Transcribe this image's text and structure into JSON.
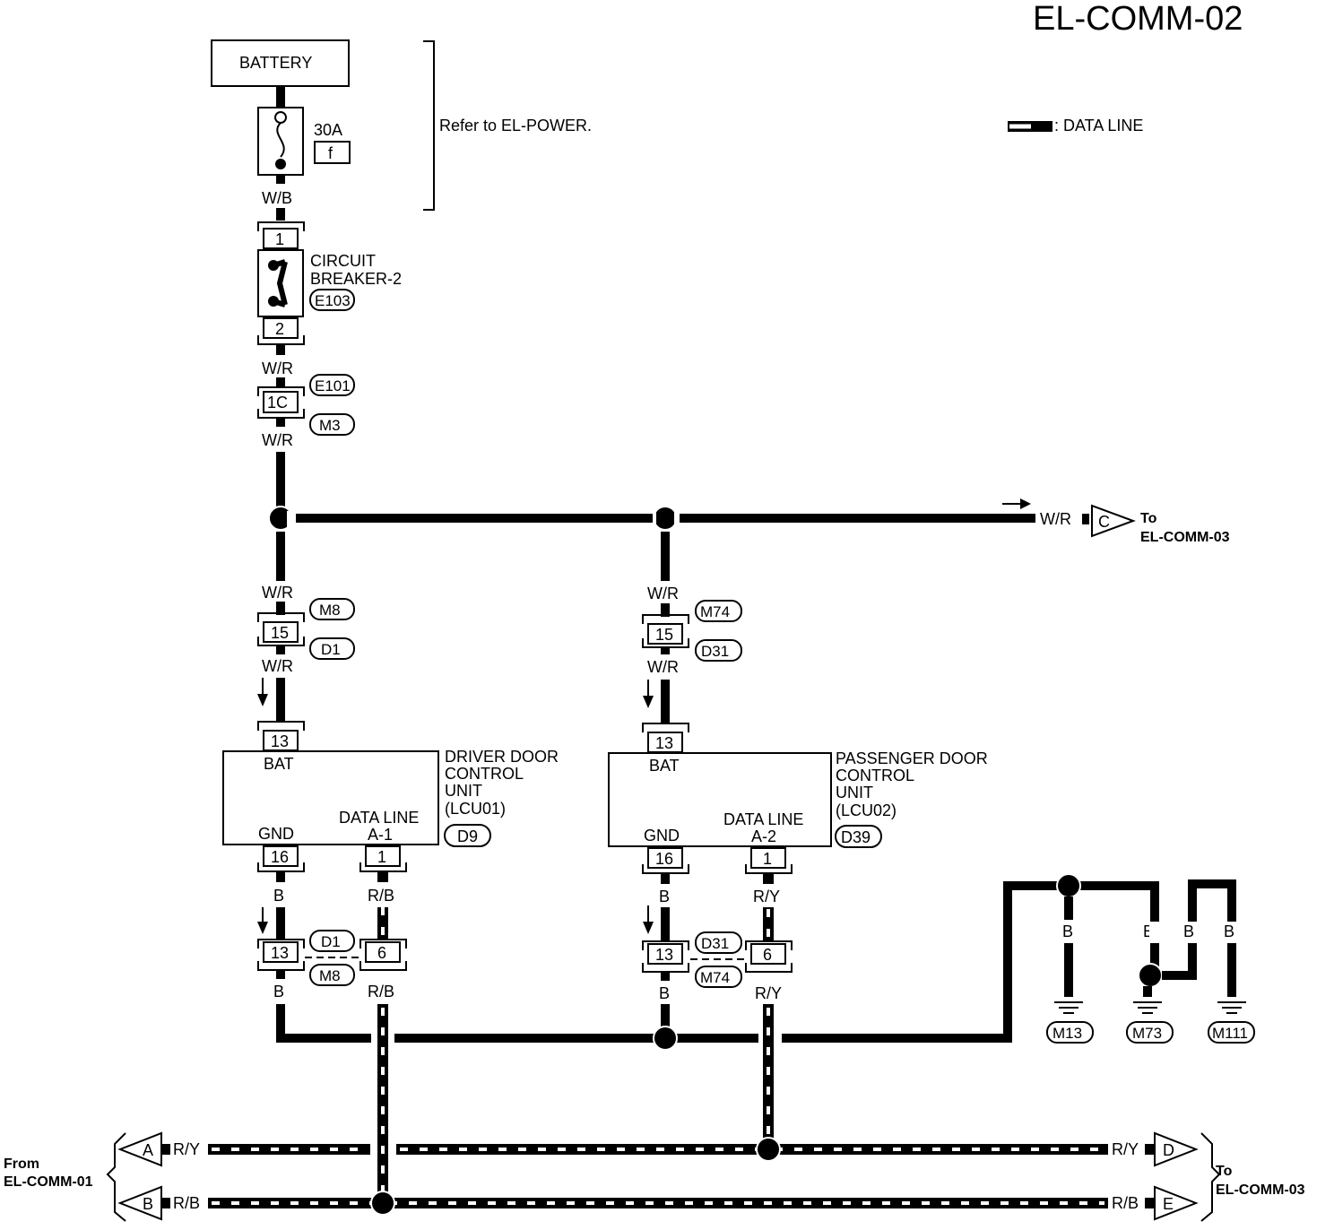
{
  "page_title": "EL-COMM-02",
  "battery_label": "BATTERY",
  "fuse": {
    "rating": "30A",
    "id": "f"
  },
  "refer_note": "Refer to EL-POWER.",
  "legend": {
    "label": ": DATA LINE"
  },
  "circuit_breaker": {
    "line1": "CIRCUIT",
    "line2": "BREAKER-2",
    "connector": "E103",
    "pin_top": "1",
    "pin_bottom": "2"
  },
  "wires": {
    "wb": "W/B",
    "wr": "W/R",
    "b": "B",
    "rb": "R/B",
    "ry": "R/Y"
  },
  "connectors": {
    "e101": "E101",
    "m3": "M3",
    "pin_1c": "1C",
    "m8": "M8",
    "d1": "D1",
    "m74": "M74",
    "d31": "D31",
    "pin_15": "15",
    "pin_13": "13",
    "pin_16": "16",
    "pin_1": "1",
    "pin_6": "6",
    "d9": "D9",
    "d39": "D39",
    "m13": "M13",
    "m73": "M73",
    "m111": "M111"
  },
  "driver_unit": {
    "line1": "DRIVER DOOR",
    "line2": "CONTROL",
    "line3": "UNIT",
    "line4": "(LCU01)",
    "bat": "BAT",
    "gnd": "GND",
    "data_line": "DATA LINE",
    "pin_name": "A-1"
  },
  "passenger_unit": {
    "line1": "PASSENGER DOOR",
    "line2": "CONTROL",
    "line3": "UNIT",
    "line4": "(LCU02)",
    "bat": "BAT",
    "gnd": "GND",
    "data_line": "DATA LINE",
    "pin_name": "A-2"
  },
  "terminals": {
    "c": "C",
    "a": "A",
    "b": "B",
    "d": "D",
    "e": "E"
  },
  "refs": {
    "to": "To",
    "el_comm_03": "EL-COMM-03",
    "from": "From",
    "el_comm_01": "EL-COMM-01"
  }
}
